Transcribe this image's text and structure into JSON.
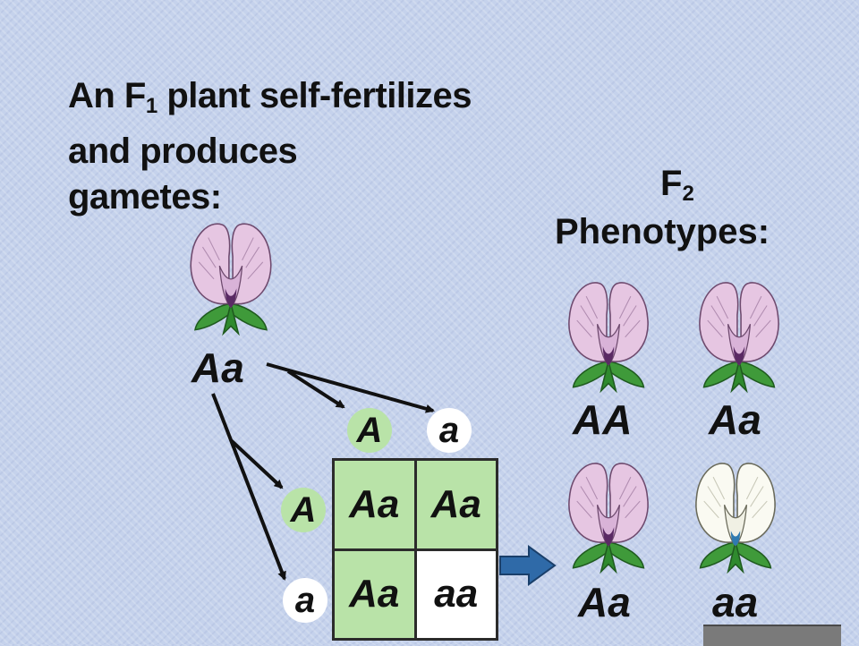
{
  "heading": {
    "line1_pre": "An F",
    "line1_sub": "1",
    "line1_post": " plant self-fertilizes",
    "line2": "and produces",
    "line3": "gametes:"
  },
  "parent": {
    "genotype": "Aa"
  },
  "gametes": {
    "top_A": "A",
    "top_a": "a",
    "left_A": "A",
    "left_a": "a"
  },
  "punnett": {
    "cells": [
      "Aa",
      "Aa",
      "Aa",
      "aa"
    ]
  },
  "f2": {
    "label": "F",
    "sub": "2",
    "title": "Phenotypes:"
  },
  "phenotypes": [
    {
      "genotype": "AA",
      "flower": "purple"
    },
    {
      "genotype": "Aa",
      "flower": "purple"
    },
    {
      "genotype": "Aa",
      "flower": "purple"
    },
    {
      "genotype": "aa",
      "flower": "white"
    }
  ],
  "colors": {
    "background": "#c5d2ec",
    "dominant_green": "#b9e3a8",
    "purple_petal": "#e6c6e2",
    "white_petal": "#fafaf2",
    "arrow_blue": "#2f6aa8"
  }
}
